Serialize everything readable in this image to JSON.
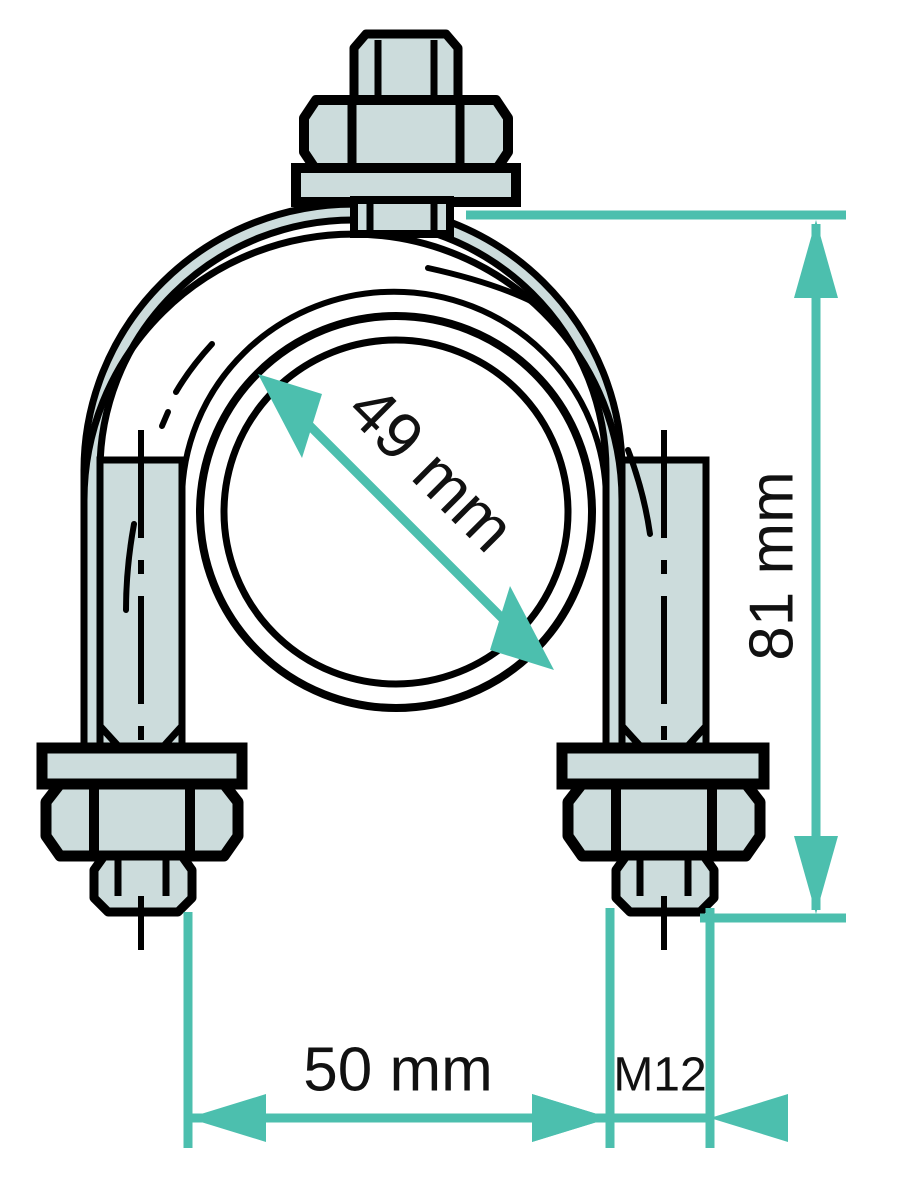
{
  "drawing": {
    "title": "U-bolt pipe clamp dimensioned drawing",
    "background_color": "#ffffff",
    "metal_fill_color": "#ccdcdc",
    "outline_color": "#000000",
    "dimension_color": "#4cbfae",
    "text_color": "#111111"
  },
  "part": {
    "name": "U-bolt",
    "components": [
      {
        "id": "top-bolt-tip",
        "label": "bolt thread tip"
      },
      {
        "id": "top-hex-nut",
        "label": "hex nut"
      },
      {
        "id": "top-washer",
        "label": "washer plate"
      },
      {
        "id": "u-bend",
        "label": "U-shaped bend"
      },
      {
        "id": "left-leg",
        "label": "left threaded leg"
      },
      {
        "id": "right-leg",
        "label": "right threaded leg"
      },
      {
        "id": "left-washer",
        "label": "left washer plate"
      },
      {
        "id": "left-hex-nut",
        "label": "left hex nut"
      },
      {
        "id": "left-lock-nut",
        "label": "left lock nut"
      },
      {
        "id": "right-washer",
        "label": "right washer plate"
      },
      {
        "id": "right-hex-nut",
        "label": "right hex nut"
      },
      {
        "id": "right-lock-nut",
        "label": "right lock nut"
      },
      {
        "id": "pipe-outer-circle",
        "label": "pipe outer wall"
      },
      {
        "id": "pipe-inner-circle",
        "label": "pipe inner wall"
      }
    ]
  },
  "dimensions": {
    "height": {
      "id": "height-dimension",
      "label": "81 mm",
      "value": 81,
      "unit": "mm",
      "orientation": "vertical",
      "text_rotation_deg": -90,
      "arrow_style": "inward-double",
      "describes": "overall height from top washer underside to bottom of lock nut"
    },
    "diameter": {
      "id": "diameter-dimension",
      "label": "49 mm",
      "value": 49,
      "unit": "mm",
      "orientation": "diagonal",
      "text_rotation_deg": 45,
      "arrow_style": "inward-double",
      "describes": "inner clamping diameter of the U-bolt"
    },
    "width": {
      "id": "width-dimension",
      "label": "50 mm",
      "value": 50,
      "unit": "mm",
      "orientation": "horizontal",
      "text_rotation_deg": 0,
      "arrow_style": "inward-double",
      "describes": "centre-to-centre leg spacing"
    },
    "thread": {
      "id": "thread-dimension",
      "label": "M12",
      "value": "M12",
      "unit": "",
      "orientation": "horizontal",
      "text_rotation_deg": 0,
      "arrow_style": "outward-double",
      "describes": "metric thread size of the bolt legs"
    }
  }
}
